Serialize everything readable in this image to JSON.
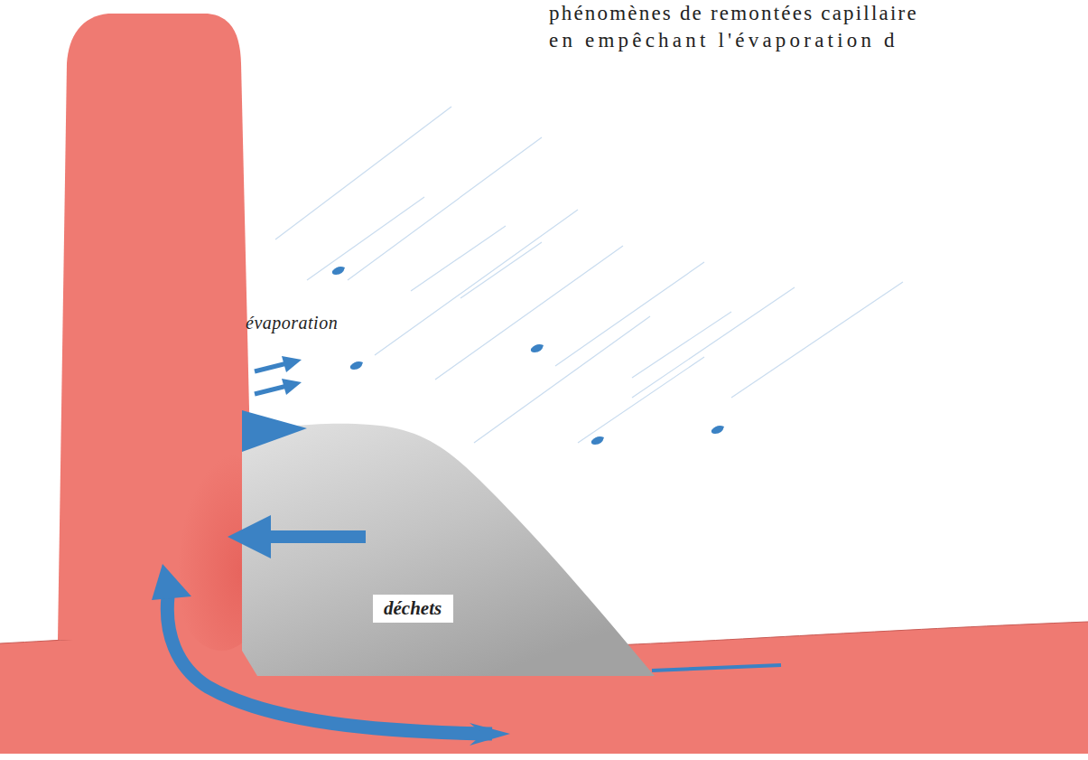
{
  "diagram": {
    "nodes": [
      {
        "text": [
          "déchets"
        ]
      }
    ],
    "labels": [
      "phénomènes de remontées capillaire",
      "en empêchant l'évaporation d",
      "évaporation"
    ]
  }
}
